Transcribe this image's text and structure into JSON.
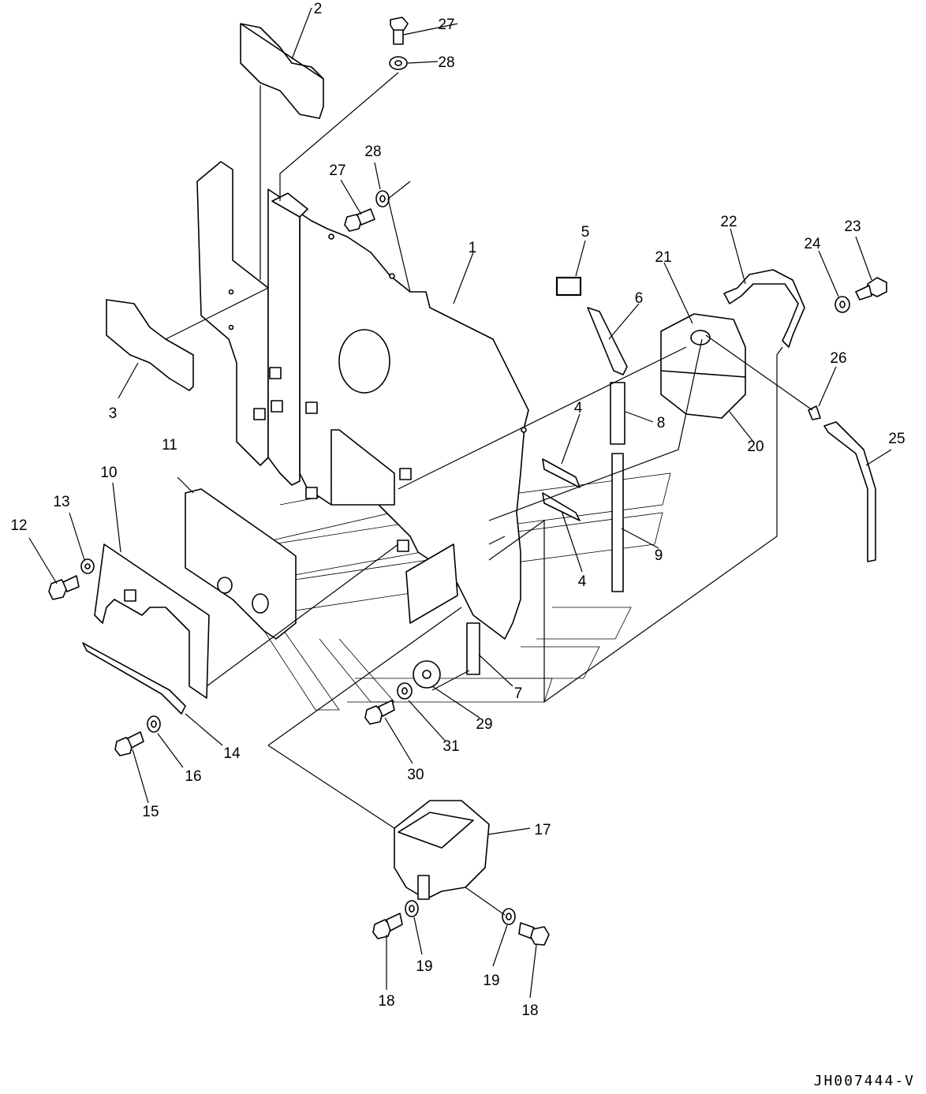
{
  "diagram": {
    "drawing_code": "JH007444-V",
    "callouts": [
      "1",
      "2",
      "3",
      "4",
      "5",
      "6",
      "7",
      "8",
      "9",
      "10",
      "11",
      "12",
      "13",
      "14",
      "15",
      "16",
      "17",
      "18",
      "19",
      "20",
      "21",
      "22",
      "23",
      "24",
      "25",
      "26",
      "27",
      "28",
      "29",
      "30",
      "31"
    ]
  }
}
